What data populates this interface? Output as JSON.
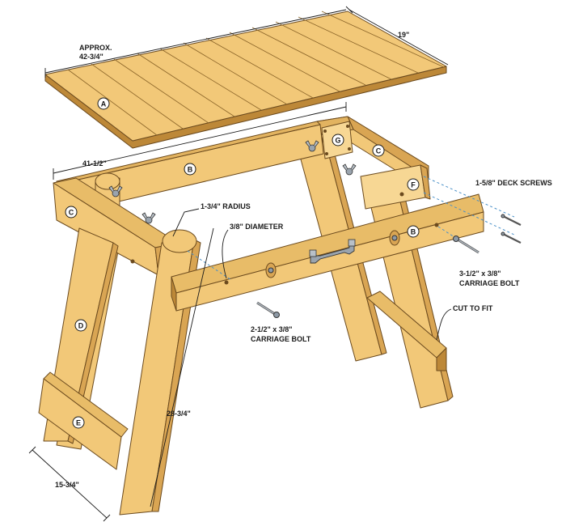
{
  "colors": {
    "wood_face": "#f2c878",
    "wood_light": "#f7d794",
    "wood_side": "#d9a553",
    "wood_dark": "#bd8838",
    "outline": "#6b4a1e",
    "hardware": "#8e9aa6",
    "dashed": "#4a90c8"
  },
  "dimensions": {
    "top_length_1": "APPROX.",
    "top_length_2": "42-3/4\"",
    "top_width": "19\"",
    "frame_length": "41-1/2\"",
    "radius": "1-3/4\" RADIUS",
    "hole_diameter": "3/8\" DIAMETER",
    "bolt_short_1": "2-1/2\" x 3/8\"",
    "bolt_short_2": "CARRIAGE BOLT",
    "bolt_long_1": "3-1/2\" x 3/8\"",
    "bolt_long_2": "CARRIAGE BOLT",
    "deck_screws": "1-5/8\" DECK SCREWS",
    "cut_to_fit": "CUT TO FIT",
    "leg_height": "28-3/4\"",
    "base_width": "15-3/4\""
  },
  "parts": {
    "A": "A",
    "B_top": "B",
    "B_side": "B",
    "C_left": "C",
    "C_right": "C",
    "D": "D",
    "E": "E",
    "F": "F",
    "G": "G"
  },
  "icons": {
    "bolt": "carriage-bolt-icon",
    "screw": "deck-screw-icon",
    "wingnut": "wing-nut-icon",
    "handle": "handle-icon"
  }
}
